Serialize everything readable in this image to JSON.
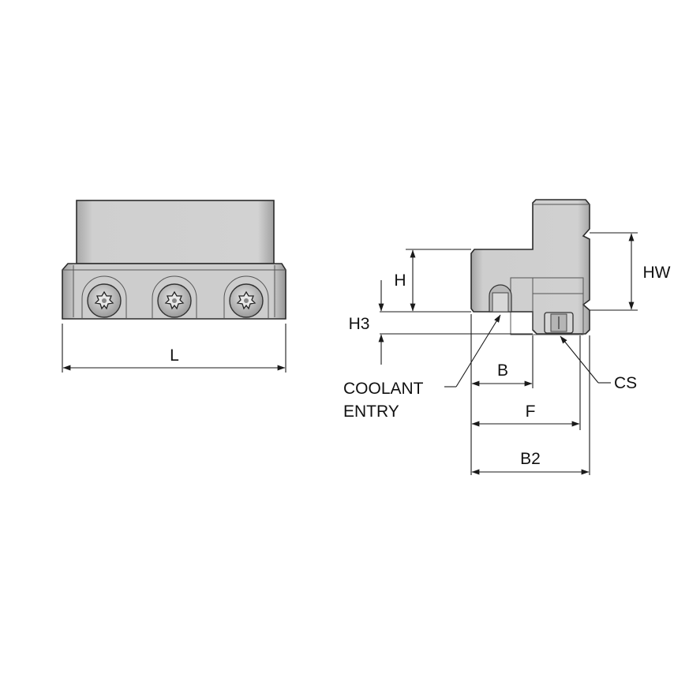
{
  "labels": {
    "length": "L",
    "height": "H",
    "height3": "H3",
    "head_width": "HW",
    "width_b": "B",
    "width_f": "F",
    "width_b2": "B2",
    "coolant_line1": "COOLANT",
    "coolant_line2": "ENTRY",
    "coolant_screw": "CS"
  },
  "colors": {
    "body_fill": "#cfcfcf",
    "body_dark": "#a9a9a9",
    "outline": "#2b2b2b",
    "dimension": "#1a1a1a"
  },
  "icons": {
    "screw": "torx-screw-icon"
  }
}
